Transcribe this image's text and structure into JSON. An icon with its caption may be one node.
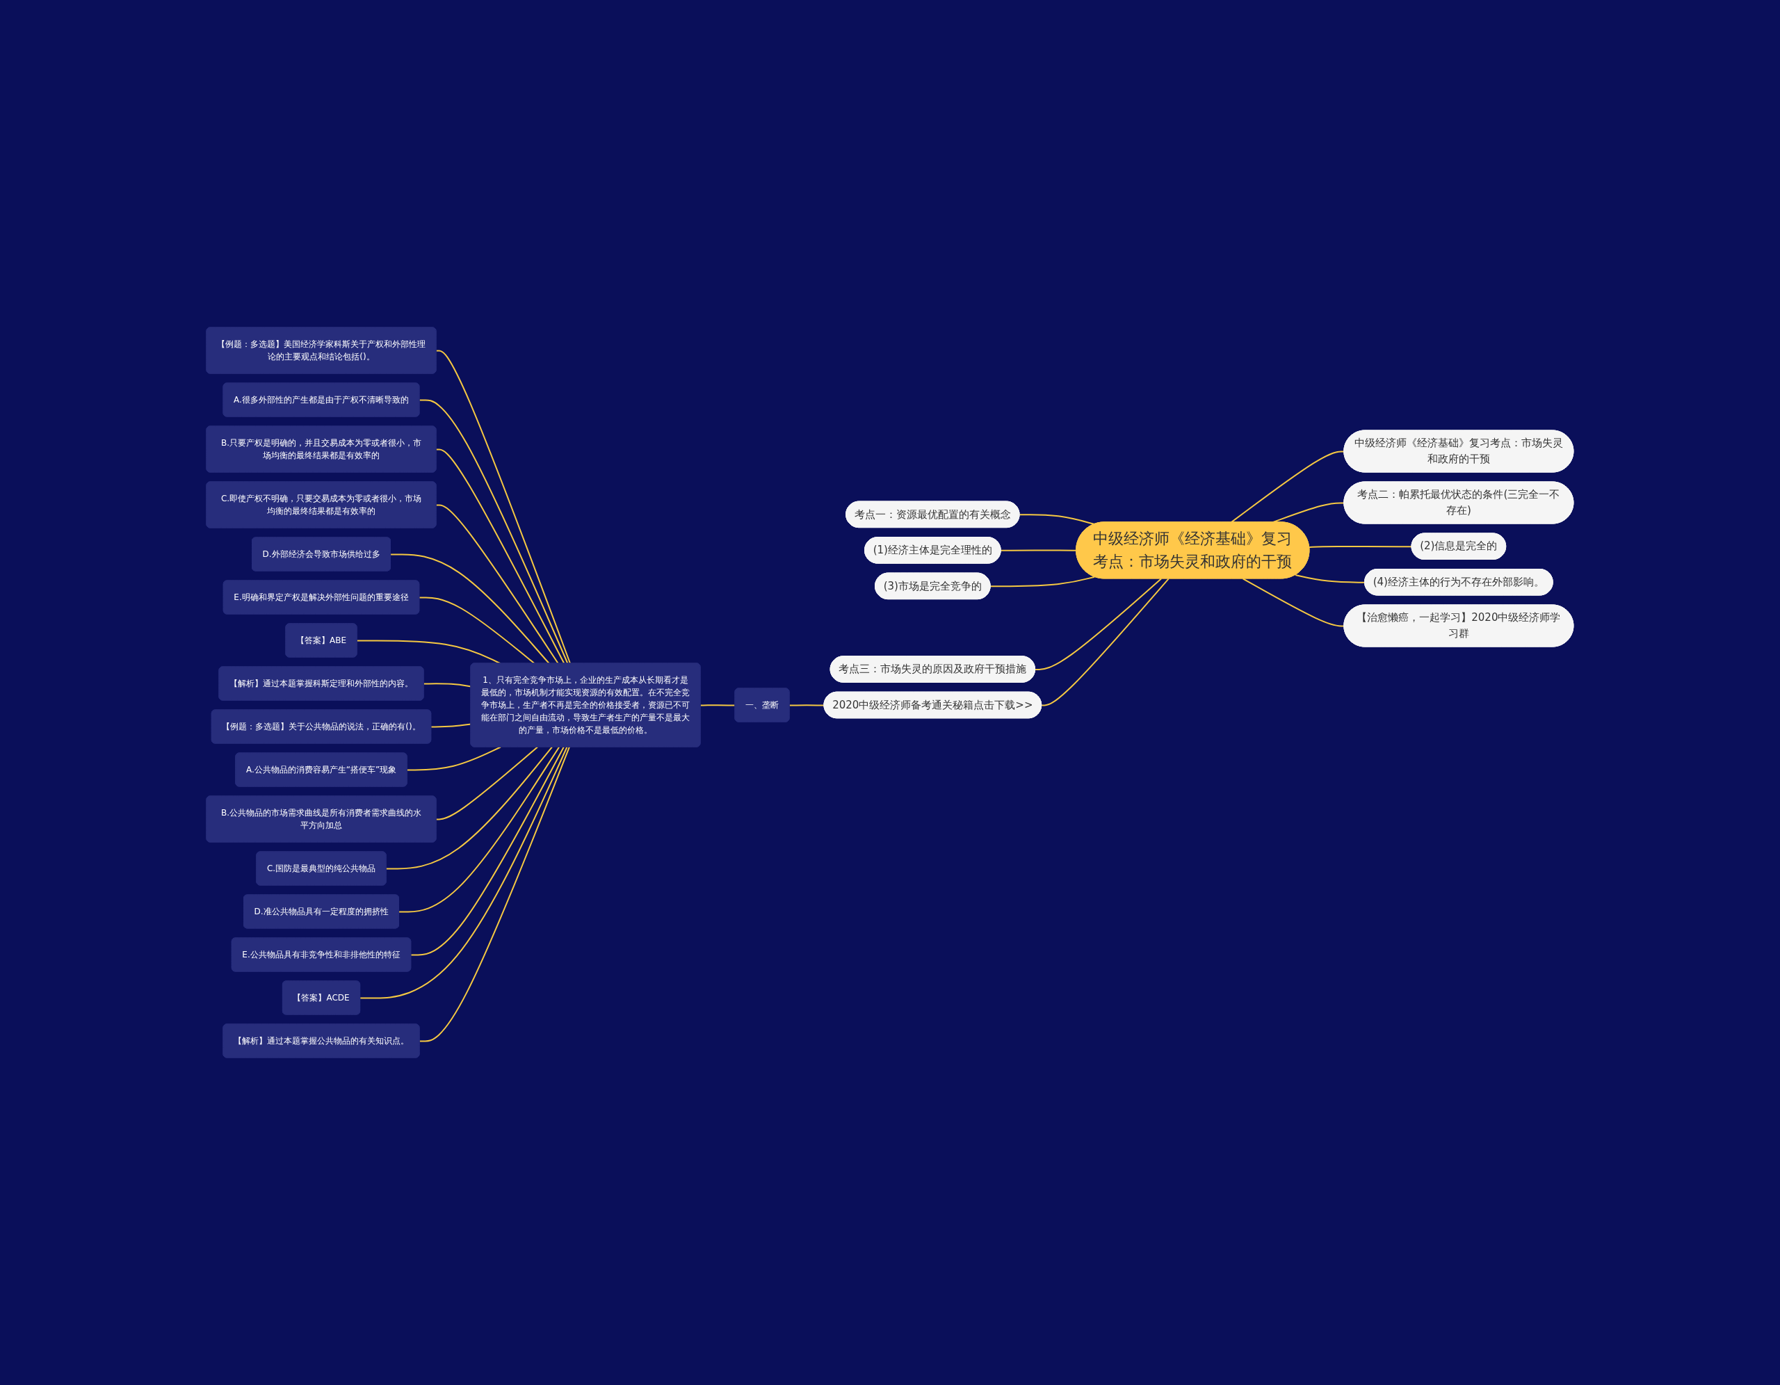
{
  "diagram": {
    "nodes": [
      {
        "text": [
          "中级经济师《经济基础》复习考点：市场失灵和政府的干预"
        ]
      },
      {
        "text": [
          "考点一：资源最优配置的有关概念"
        ]
      },
      {
        "text": [
          "(1)经济主体是完全理性的"
        ]
      },
      {
        "text": [
          "(3)市场是完全竞争的"
        ]
      },
      {
        "text": [
          "考点三：市场失灵的原因及政府干预措施"
        ]
      },
      {
        "text": [
          "中级经济师《经济基础》复习考点：市场失灵和政府的干预"
        ]
      },
      {
        "text": [
          "考点二：帕累托最优状态的条件(三完全一不存在)"
        ]
      },
      {
        "text": [
          "(2)信息是完全的"
        ]
      },
      {
        "text": [
          "(4)经济主体的行为不存在外部影响。"
        ]
      },
      {
        "text": [
          "【治愈懒癌，一起学习】2020中级经济师学习群"
        ]
      },
      {
        "text": [
          "2020中级经济师备考通关秘籍点击下载>>"
        ]
      },
      {
        "text": [
          "一、垄断"
        ]
      },
      {
        "text": [
          "1、只有完全竞争市场上，企业的生产成本从长期看才是最低的，市场机制才能实现资源的有效配置。在不完全竞争市场上，生产者不再是完全的价格接受者，资源已不可能在部门之间自由流动，导致生产者生产的产量不是最大的产量，市场价格不是最低的价格。"
        ]
      },
      {
        "text": [
          "【例题：多选题】美国经济学家科斯关于产权和外部性理论的主要观点和结论包括()。"
        ]
      },
      {
        "text": [
          "A.很多外部性的产生都是由于产权不清晰导致的"
        ]
      },
      {
        "text": [
          "B.只要产权是明确的，并且交易成本为零或者很小，市场均衡的最终结果都是有效率的"
        ]
      },
      {
        "text": [
          "C.即使产权不明确，只要交易成本为零或者很小，市场均衡的最终结果都是有效率的"
        ]
      },
      {
        "text": [
          "D.外部经济会导致市场供给过多"
        ]
      },
      {
        "text": [
          "E.明确和界定产权是解决外部性问题的重要途径"
        ]
      },
      {
        "text": [
          "【答案】ABE"
        ]
      },
      {
        "text": [
          "【解析】通过本题掌握科斯定理和外部性的内容。"
        ]
      },
      {
        "text": [
          "【例题：多选题】关于公共物品的说法，正确的有()。"
        ]
      },
      {
        "text": [
          "A.公共物品的消费容易产生“搭便车”现象"
        ]
      },
      {
        "text": [
          "B.公共物品的市场需求曲线是所有消费者需求曲线的水平方向加总"
        ]
      },
      {
        "text": [
          "C.国防是最典型的纯公共物品"
        ]
      },
      {
        "text": [
          "D.准公共物品具有一定程度的拥挤性"
        ]
      },
      {
        "text": [
          "E.公共物品具有非竞争性和非排他性的特征"
        ]
      },
      {
        "text": [
          "【答案】ACDE"
        ]
      },
      {
        "text": [
          "【解析】通过本题掌握公共物品的有关知识点。"
        ]
      }
    ],
    "edges": [
      {
        "from": 0,
        "to": 1,
        "arrow": "none"
      },
      {
        "from": 0,
        "to": 2,
        "arrow": "none"
      },
      {
        "from": 0,
        "to": 3,
        "arrow": "none"
      },
      {
        "from": 0,
        "to": 4,
        "arrow": "none"
      },
      {
        "from": 0,
        "to": 5,
        "arrow": "none"
      },
      {
        "from": 0,
        "to": 6,
        "arrow": "none"
      },
      {
        "from": 0,
        "to": 7,
        "arrow": "none"
      },
      {
        "from": 0,
        "to": 8,
        "arrow": "none"
      },
      {
        "from": 0,
        "to": 9,
        "arrow": "none"
      },
      {
        "from": 0,
        "to": 10,
        "arrow": "none"
      },
      {
        "from": 10,
        "to": 11,
        "arrow": "none"
      },
      {
        "from": 11,
        "to": 12,
        "arrow": "none"
      },
      {
        "from": 12,
        "to": 13,
        "arrow": "none"
      },
      {
        "from": 12,
        "to": 14,
        "arrow": "none"
      },
      {
        "from": 12,
        "to": 15,
        "arrow": "none"
      },
      {
        "from": 12,
        "to": 16,
        "arrow": "none"
      },
      {
        "from": 12,
        "to": 17,
        "arrow": "none"
      },
      {
        "from": 12,
        "to": 18,
        "arrow": "none"
      },
      {
        "from": 12,
        "to": 19,
        "arrow": "none"
      },
      {
        "from": 12,
        "to": 20,
        "arrow": "none"
      },
      {
        "from": 12,
        "to": 21,
        "arrow": "none"
      },
      {
        "from": 12,
        "to": 22,
        "arrow": "none"
      },
      {
        "from": 12,
        "to": 23,
        "arrow": "none"
      },
      {
        "from": 12,
        "to": 24,
        "arrow": "none"
      },
      {
        "from": 12,
        "to": 25,
        "arrow": "none"
      },
      {
        "from": 12,
        "to": 26,
        "arrow": "none"
      },
      {
        "from": 12,
        "to": 27,
        "arrow": "none"
      },
      {
        "from": 12,
        "to": 28,
        "arrow": "none"
      }
    ]
  }
}
